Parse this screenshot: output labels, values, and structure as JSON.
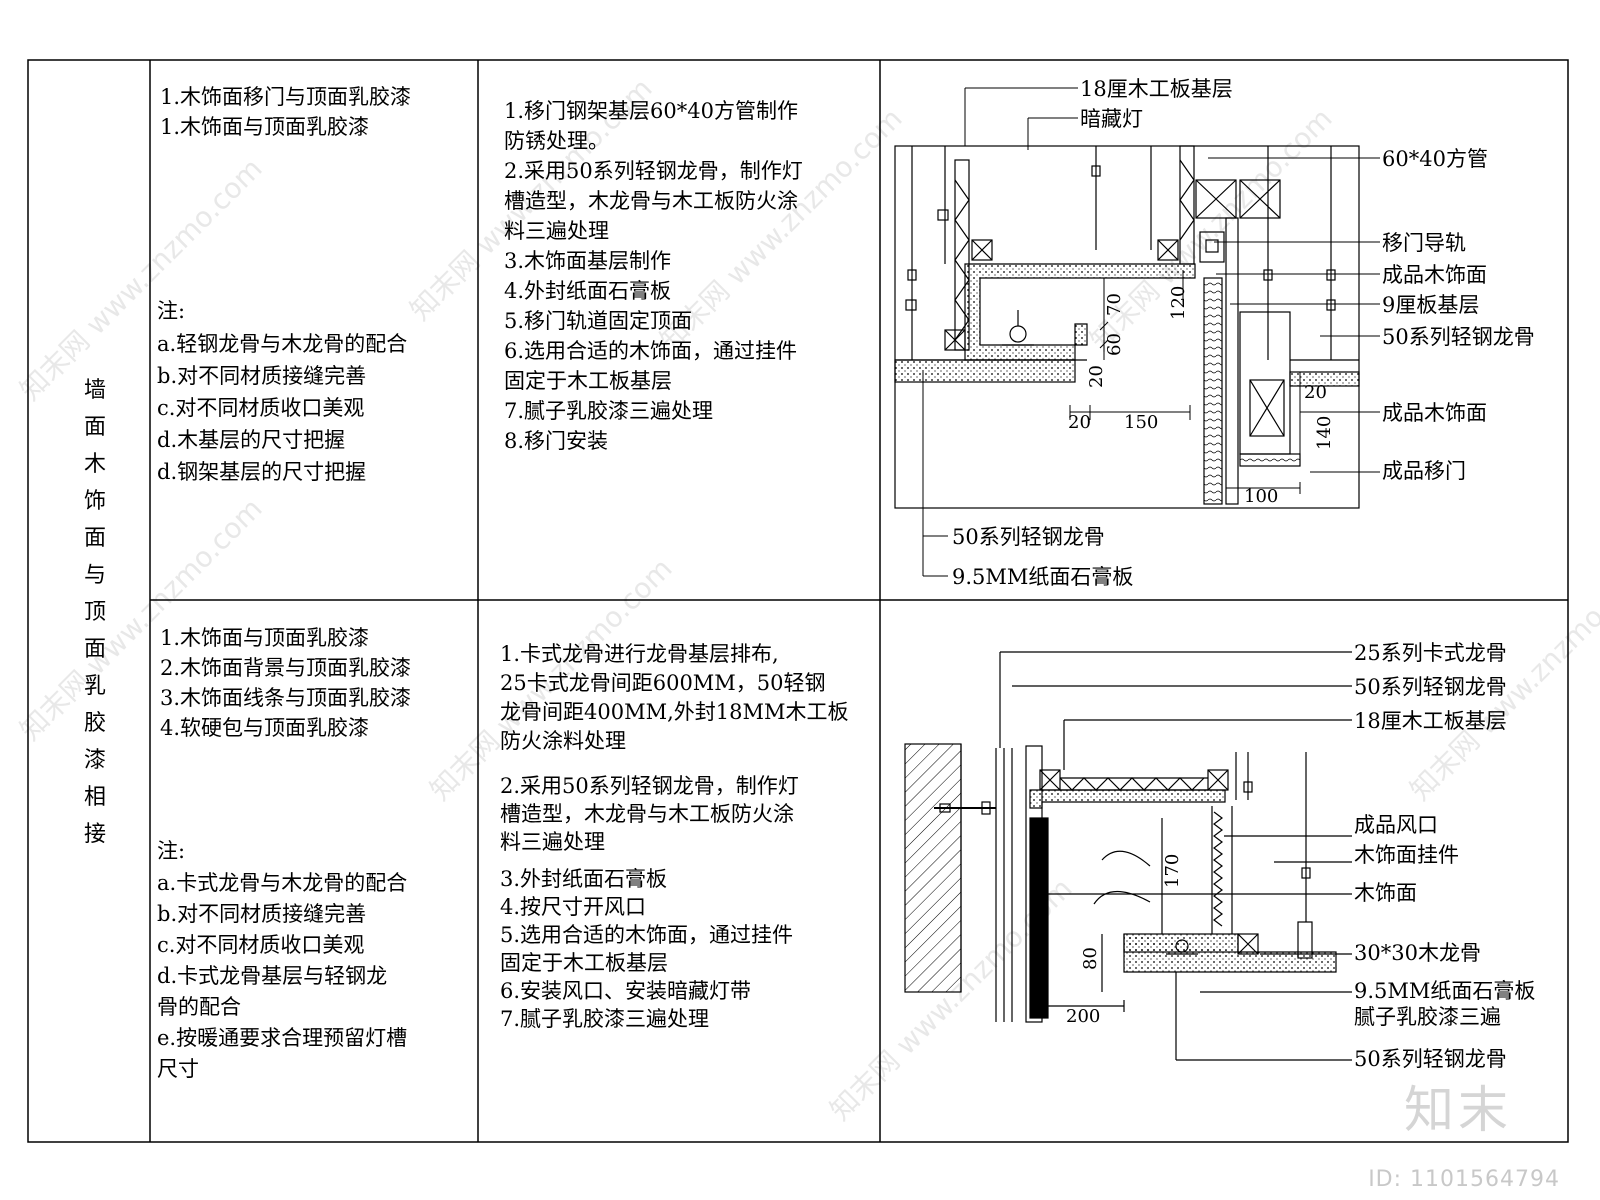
{
  "title_vertical": [
    "墙",
    "面",
    "木",
    "饰",
    "面",
    "与",
    "顶",
    "面",
    "乳",
    "胶",
    "漆",
    "相",
    "接"
  ],
  "row1": {
    "col1_items": [
      "1.木饰面移门与顶面乳胶漆",
      "1.木饰面与顶面乳胶漆"
    ],
    "col1_note_label": "注:",
    "col1_notes": [
      "a.轻钢龙骨与木龙骨的配合",
      "b.对不同材质接缝完善",
      "c.对不同材质收口美观",
      "d.木基层的尺寸把握",
      "d.钢架基层的尺寸把握"
    ],
    "col2_lines": [
      "1.移门钢架基层60*40方管制作",
      "防锈处理。",
      "2.采用50系列轻钢龙骨，制作灯",
      "槽造型，木龙骨与木工板防火涂",
      "料三遍处理",
      "3.木饰面基层制作",
      "4.外封纸面石膏板",
      "5.移门轨道固定顶面",
      "6.选用合适的木饰面，通过挂件",
      "固定于木工板基层",
      "7.腻子乳胶漆三遍处理",
      "8.移门安装"
    ],
    "drawing_labels": {
      "l1": "18厘木工板基层",
      "l2": "暗藏灯",
      "l3": "60*40方管",
      "l4": "移门导轨",
      "l5": "成品木饰面",
      "l6": "9厘板基层",
      "l7": "50系列轻钢龙骨",
      "l8": "成品木饰面",
      "l9": "成品移门",
      "l10": "50系列轻钢龙骨",
      "l11": "9.5MM纸面石膏板"
    },
    "dims": {
      "d70": "70",
      "d60": "60",
      "d20v": "20",
      "d20h": "20",
      "d150": "150",
      "d120": "120",
      "d20r": "20",
      "d140": "140",
      "d100": "100"
    }
  },
  "row2": {
    "col1_items": [
      "1.木饰面与顶面乳胶漆",
      "2.木饰面背景与顶面乳胶漆",
      "3.木饰面线条与顶面乳胶漆",
      "4.软硬包与顶面乳胶漆"
    ],
    "col1_note_label": "注:",
    "col1_notes": [
      "a.卡式龙骨与木龙骨的配合",
      "b.对不同材质接缝完善",
      "c.对不同材质收口美观",
      "d.卡式龙骨基层与轻钢龙",
      "   骨的配合",
      "e.按暖通要求合理预留灯槽",
      "   尺寸"
    ],
    "col2_lines_a": [
      "1.卡式龙骨进行龙骨基层排布,",
      "25卡式龙骨间距600MM，50轻钢",
      "龙骨间距400MM,外封18MM木工板",
      "防火涂料处理"
    ],
    "col2_lines_b": [
      "2.采用50系列轻钢龙骨，制作灯",
      "槽造型，木龙骨与木工板防火涂",
      "料三遍处理"
    ],
    "col2_lines_c": [
      "3.外封纸面石膏板",
      "4.按尺寸开风口",
      "5.选用合适的木饰面，通过挂件",
      "固定于木工板基层",
      "6.安装风口、安装暗藏灯带",
      "7.腻子乳胶漆三遍处理"
    ],
    "drawing_labels": {
      "l1": "25系列卡式龙骨",
      "l2": "50系列轻钢龙骨",
      "l3": "18厘木工板基层",
      "l4": "成品风口",
      "l5": "木饰面挂件",
      "l6": "木饰面",
      "l7": "30*30木龙骨",
      "l8": "9.5MM纸面石膏板",
      "l9": "腻子乳胶漆三遍",
      "l10": "50系列轻钢龙骨"
    },
    "dims": {
      "d170": "170",
      "d80": "80",
      "d200": "200"
    }
  },
  "watermark": "知末网 www.znzmo.com",
  "brand": "知末",
  "id_tag": "ID: 1101564794"
}
